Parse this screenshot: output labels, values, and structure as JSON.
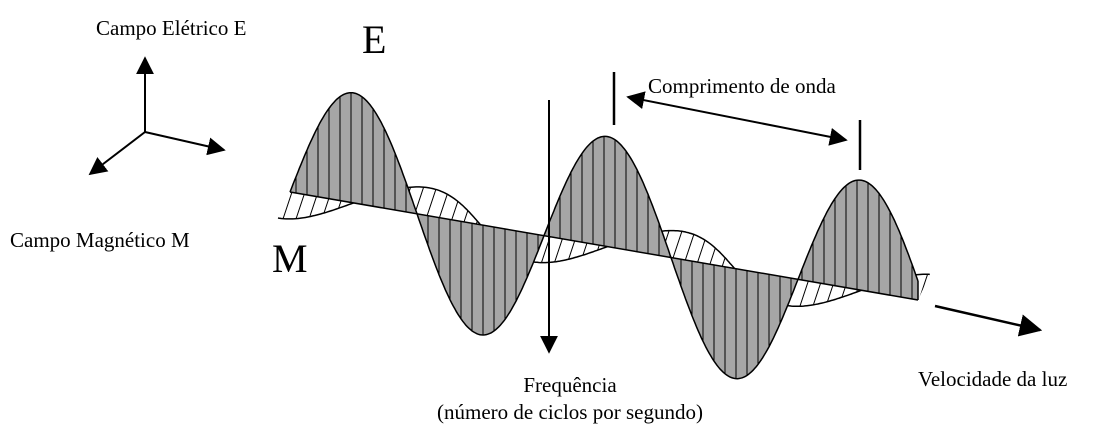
{
  "labels": {
    "electric_axis": "Campo Elétrico E",
    "magnetic_axis": "Campo Magnético M",
    "e_letter": "E",
    "m_letter": "M",
    "wavelength": "Comprimento de onda",
    "frequency": "Frequência",
    "frequency_sub": "(número de ciclos por segundo)",
    "speed": "Velocidade da luz"
  },
  "colors": {
    "line": "#000000",
    "electric_fill": "#a6a6a6",
    "magnetic_fill": "#ffffff"
  }
}
